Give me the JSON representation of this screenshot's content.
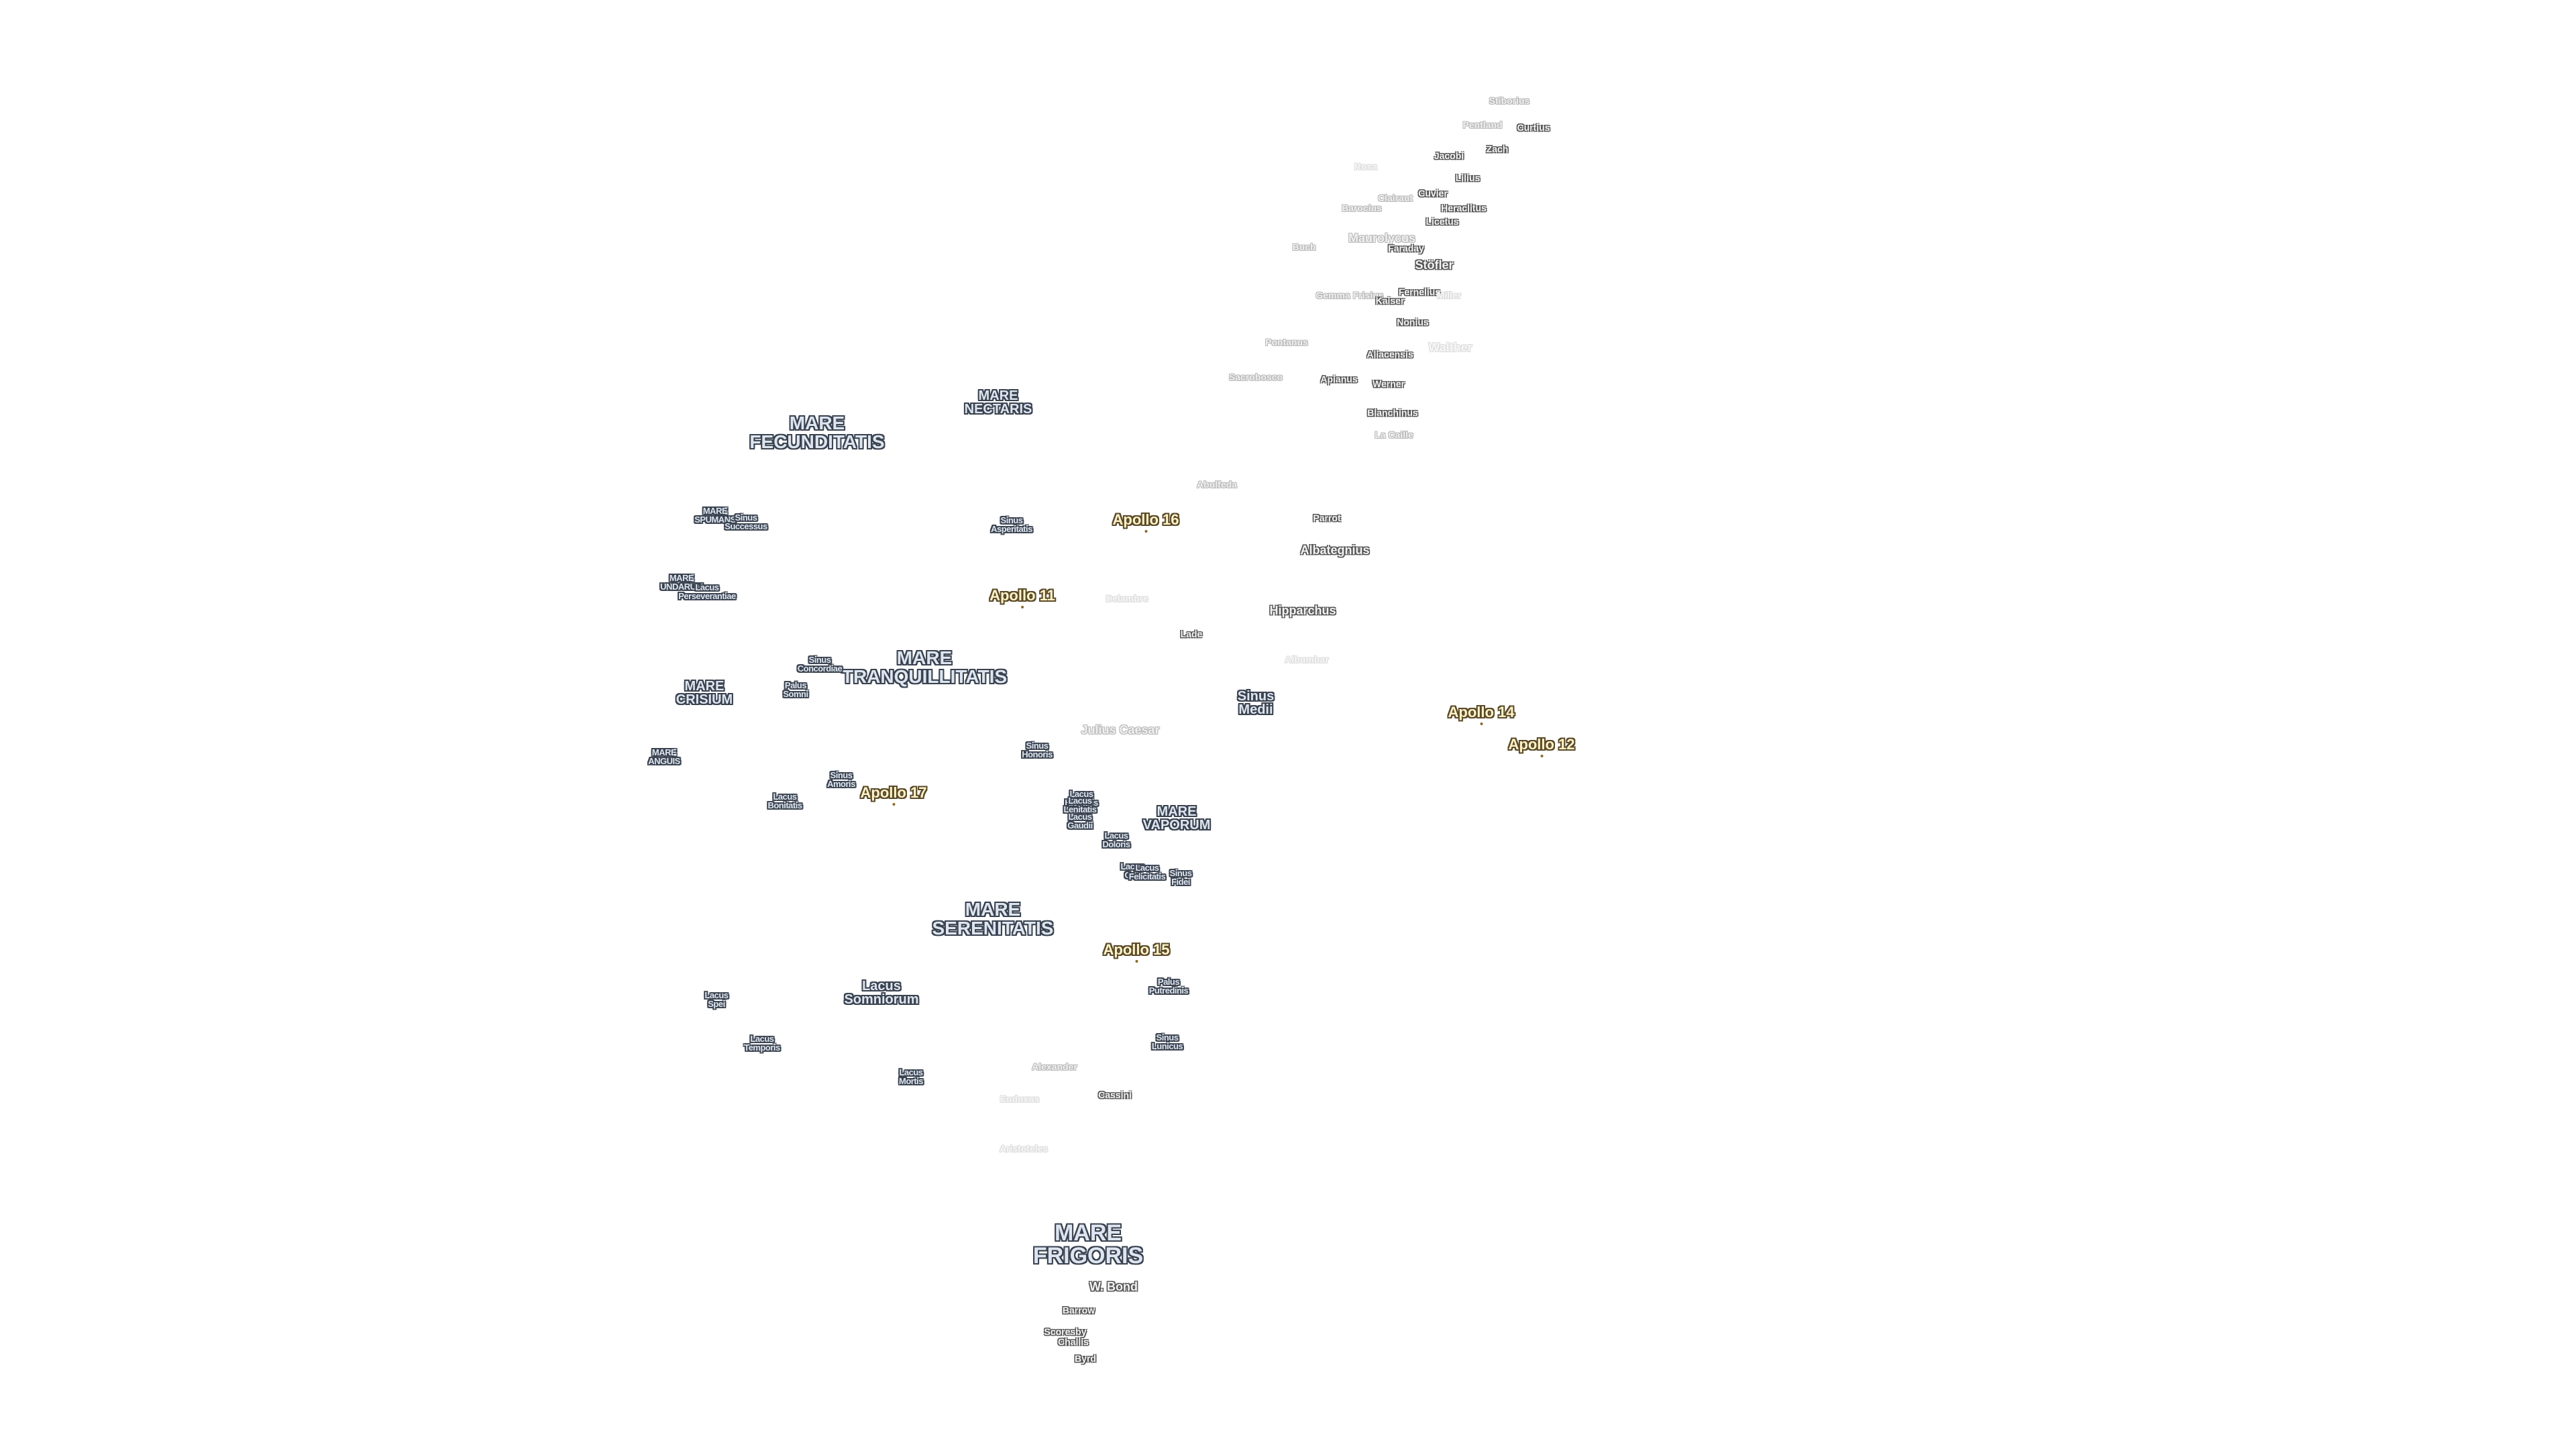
{
  "map": {
    "labels": [
      {
        "id": "stiborius",
        "text": "Stiborius",
        "kind": "crater",
        "style": "faint"
      },
      {
        "id": "pentland",
        "text": "Pentland",
        "kind": "crater",
        "style": "faint"
      },
      {
        "id": "curtius",
        "text": "Curtius",
        "kind": "crater",
        "style": ""
      },
      {
        "id": "zach",
        "text": "Zach",
        "kind": "crater",
        "style": ""
      },
      {
        "id": "jacobi",
        "text": "Jacobi",
        "kind": "crater",
        "style": ""
      },
      {
        "id": "rosa",
        "text": "Rosa",
        "kind": "crater",
        "style": "ghost"
      },
      {
        "id": "lilius",
        "text": "Lilius",
        "kind": "crater",
        "style": ""
      },
      {
        "id": "clairaut",
        "text": "Clairaut",
        "kind": "crater",
        "style": "faint"
      },
      {
        "id": "cuvier",
        "text": "Cuvier",
        "kind": "crater",
        "style": ""
      },
      {
        "id": "barocius",
        "text": "Barocius",
        "kind": "crater",
        "style": "faint"
      },
      {
        "id": "heraclitus",
        "text": "Heraclitus",
        "kind": "crater",
        "style": ""
      },
      {
        "id": "licetus",
        "text": "Licetus",
        "kind": "crater",
        "style": ""
      },
      {
        "id": "maurolycus",
        "text": "Maurolycus",
        "kind": "crater",
        "style": "faint lg"
      },
      {
        "id": "buch",
        "text": "Buch",
        "kind": "crater",
        "style": "faint"
      },
      {
        "id": "faraday",
        "text": "Faraday",
        "kind": "crater",
        "style": ""
      },
      {
        "id": "stofler",
        "text": "Stöfler",
        "kind": "crater",
        "style": "lg"
      },
      {
        "id": "gemma-frisius",
        "text": "Gemma Frisius",
        "kind": "crater",
        "style": "faint"
      },
      {
        "id": "fernelius",
        "text": "Fernelius",
        "kind": "crater",
        "style": ""
      },
      {
        "id": "kaiser",
        "text": "Kaiser",
        "kind": "crater",
        "style": ""
      },
      {
        "id": "miller",
        "text": "Miller",
        "kind": "crater",
        "style": "ghost"
      },
      {
        "id": "nonius",
        "text": "Nonius",
        "kind": "crater",
        "style": ""
      },
      {
        "id": "walther",
        "text": "Walther",
        "kind": "crater",
        "style": "ghost lg"
      },
      {
        "id": "pontanus",
        "text": "Pontanus",
        "kind": "crater",
        "style": "faint"
      },
      {
        "id": "aliacensis",
        "text": "Aliacensis",
        "kind": "crater",
        "style": ""
      },
      {
        "id": "sacrobosco",
        "text": "Sacrobosco",
        "kind": "crater",
        "style": "faint"
      },
      {
        "id": "apianus",
        "text": "Apianus",
        "kind": "crater",
        "style": ""
      },
      {
        "id": "werner",
        "text": "Werner",
        "kind": "crater",
        "style": ""
      },
      {
        "id": "blanchinus",
        "text": "Blanchinus",
        "kind": "crater",
        "style": ""
      },
      {
        "id": "la-caille",
        "text": "La Caille",
        "kind": "crater",
        "style": "faint"
      },
      {
        "id": "abulfeda",
        "text": "Abulfeda",
        "kind": "crater",
        "style": "faint"
      },
      {
        "id": "parrot",
        "text": "Parrot",
        "kind": "crater",
        "style": ""
      },
      {
        "id": "albategnius",
        "text": "Albategnius",
        "kind": "crater",
        "style": "lg"
      },
      {
        "id": "hipparchus",
        "text": "Hipparchus",
        "kind": "crater",
        "style": "lg"
      },
      {
        "id": "delambre",
        "text": "Delambre",
        "kind": "crater",
        "style": "ghost"
      },
      {
        "id": "lade",
        "text": "Lade",
        "kind": "crater",
        "style": ""
      },
      {
        "id": "albumbar",
        "text": "Albumbar",
        "kind": "crater",
        "style": "ghost"
      },
      {
        "id": "julius-caesar",
        "text": "Julius Caesar",
        "kind": "crater",
        "style": "faint lg"
      },
      {
        "id": "alexander",
        "text": "Alexander",
        "kind": "crater",
        "style": "faint"
      },
      {
        "id": "eudoxus",
        "text": "Eudoxus",
        "kind": "crater",
        "style": "ghost"
      },
      {
        "id": "cassini",
        "text": "Cassini",
        "kind": "crater",
        "style": ""
      },
      {
        "id": "aristoteles",
        "text": "Aristoteles",
        "kind": "crater",
        "style": "ghost"
      },
      {
        "id": "w-bond",
        "text": "W. Bond",
        "kind": "crater",
        "style": "lg"
      },
      {
        "id": "barrow",
        "text": "Barrow",
        "kind": "crater",
        "style": ""
      },
      {
        "id": "scoresby",
        "text": "Scoresby",
        "kind": "crater",
        "style": ""
      },
      {
        "id": "challis",
        "text": "Challis",
        "kind": "crater",
        "style": ""
      },
      {
        "id": "byrd",
        "text": "Byrd",
        "kind": "crater",
        "style": ""
      },
      {
        "id": "mare-fecunditatis",
        "text": "MARE\nFECUNDITATIS",
        "kind": "sea",
        "style": "big"
      },
      {
        "id": "mare-nectaris",
        "text": "MARE\nNECTARIS",
        "kind": "sea",
        "style": "mid"
      },
      {
        "id": "mare-spumans",
        "text": "MARE\nSPUMANS",
        "kind": "sea",
        "style": "small"
      },
      {
        "id": "sinus-successus",
        "text": "Sinus\nSuccessus",
        "kind": "sea",
        "style": "small"
      },
      {
        "id": "sinus-asperitatis",
        "text": "Sinus\nAsperitatis",
        "kind": "sea",
        "style": "small"
      },
      {
        "id": "mare-undarum",
        "text": "MARE\nUNDARUM",
        "kind": "sea",
        "style": "small"
      },
      {
        "id": "lacus-perseverantiae",
        "text": "Lacus\nPerseverantiae",
        "kind": "sea",
        "style": "small"
      },
      {
        "id": "mare-tranquillitatis",
        "text": "MARE\nTRANQUILLITATIS",
        "kind": "sea",
        "style": "big"
      },
      {
        "id": "sinus-concordiae",
        "text": "Sinus\nConcordiae",
        "kind": "sea",
        "style": "small"
      },
      {
        "id": "palus-somni",
        "text": "Palus\nSomni",
        "kind": "sea",
        "style": "small"
      },
      {
        "id": "mare-crisium",
        "text": "MARE\nCRISIUM",
        "kind": "sea",
        "style": "mid"
      },
      {
        "id": "sinus-medii",
        "text": "Sinus\nMedii",
        "kind": "sea",
        "style": "mid"
      },
      {
        "id": "sinus-honoris",
        "text": "Sinus\nHonoris",
        "kind": "sea",
        "style": "small"
      },
      {
        "id": "mare-anguis",
        "text": "MARE\nANGUIS",
        "kind": "sea",
        "style": "small"
      },
      {
        "id": "sinus-amoris",
        "text": "Sinus\nAmoris",
        "kind": "sea",
        "style": "small"
      },
      {
        "id": "lacus-bonitatis",
        "text": "Lacus\nBonitatis",
        "kind": "sea",
        "style": "small"
      },
      {
        "id": "lacus-hiemalis",
        "text": "Lacus\nHiemalis",
        "kind": "sea",
        "style": "small"
      },
      {
        "id": "lacus-lenitatis",
        "text": "Lacus\nLenitatis",
        "kind": "sea",
        "style": "small"
      },
      {
        "id": "lacus-gaudii",
        "text": "Lacus\nGaudii",
        "kind": "sea",
        "style": "small"
      },
      {
        "id": "lacus-doloris",
        "text": "Lacus\nDoloris",
        "kind": "sea",
        "style": "small"
      },
      {
        "id": "mare-vaporum",
        "text": "MARE\nVAPORUM",
        "kind": "sea",
        "style": "mid"
      },
      {
        "id": "lacus-odii",
        "text": "Lacus\nOdii",
        "kind": "sea",
        "style": "small"
      },
      {
        "id": "lacus-felicitatis",
        "text": "Lacus\nFelicitatis",
        "kind": "sea",
        "style": "small"
      },
      {
        "id": "sinus-fidei",
        "text": "Sinus\nFidei",
        "kind": "sea",
        "style": "small"
      },
      {
        "id": "mare-serenitatis",
        "text": "MARE\nSERENITATIS",
        "kind": "sea",
        "style": "big"
      },
      {
        "id": "palus-putredinis",
        "text": "Palus\nPutredinis",
        "kind": "sea",
        "style": "small"
      },
      {
        "id": "lacus-spei",
        "text": "Lacus\nSpei",
        "kind": "sea",
        "style": "small"
      },
      {
        "id": "lacus-somniorum",
        "text": "Lacus\nSomniorum",
        "kind": "sea",
        "style": "mid"
      },
      {
        "id": "lacus-temporis",
        "text": "Lacus\nTemporis",
        "kind": "sea",
        "style": "small"
      },
      {
        "id": "sinus-lunicus",
        "text": "Sinus\nLunicus",
        "kind": "sea",
        "style": "small"
      },
      {
        "id": "lacus-mortis",
        "text": "Lacus\nMortis",
        "kind": "sea",
        "style": "small"
      },
      {
        "id": "mare-frigoris",
        "text": "MARE\nFRIGORIS",
        "kind": "sea",
        "style": "huge"
      },
      {
        "id": "apollo-16",
        "text": "Apollo 16",
        "kind": "apollo",
        "style": ""
      },
      {
        "id": "apollo-11",
        "text": "Apollo 11",
        "kind": "apollo",
        "style": ""
      },
      {
        "id": "apollo-14",
        "text": "Apollo 14",
        "kind": "apollo",
        "style": ""
      },
      {
        "id": "apollo-12",
        "text": "Apollo 12",
        "kind": "apollo",
        "style": ""
      },
      {
        "id": "apollo-17",
        "text": "Apollo 17",
        "kind": "apollo",
        "style": ""
      },
      {
        "id": "apollo-15",
        "text": "Apollo 15",
        "kind": "apollo",
        "style": ""
      }
    ]
  }
}
